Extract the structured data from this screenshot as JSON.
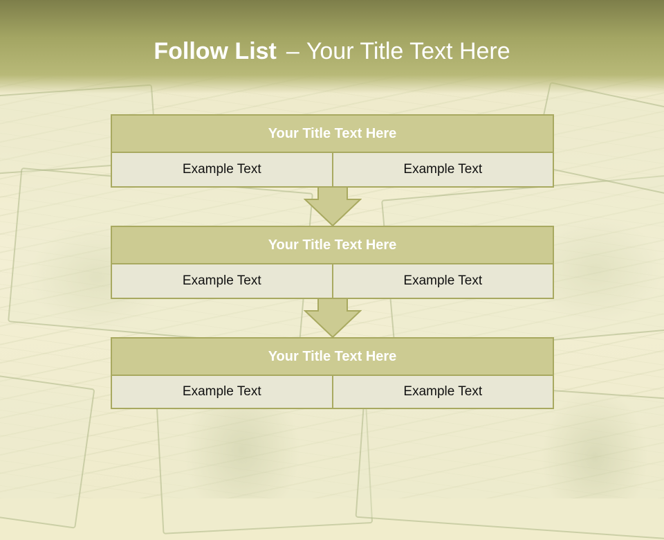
{
  "slide": {
    "title_bold": "Follow List",
    "title_sep": "–",
    "title_rest": "Your Title Text Here"
  },
  "blocks": [
    {
      "title": "Your Title Text Here",
      "left": "Example Text",
      "right": "Example Text"
    },
    {
      "title": "Your Title Text Here",
      "left": "Example Text",
      "right": "Example Text"
    },
    {
      "title": "Your Title Text Here",
      "left": "Example Text",
      "right": "Example Text"
    }
  ],
  "colors": {
    "header": "#a3a563",
    "block_title_fill": "#cccb92",
    "cell_fill": "#e8e7d5",
    "border": "#a8a960"
  }
}
